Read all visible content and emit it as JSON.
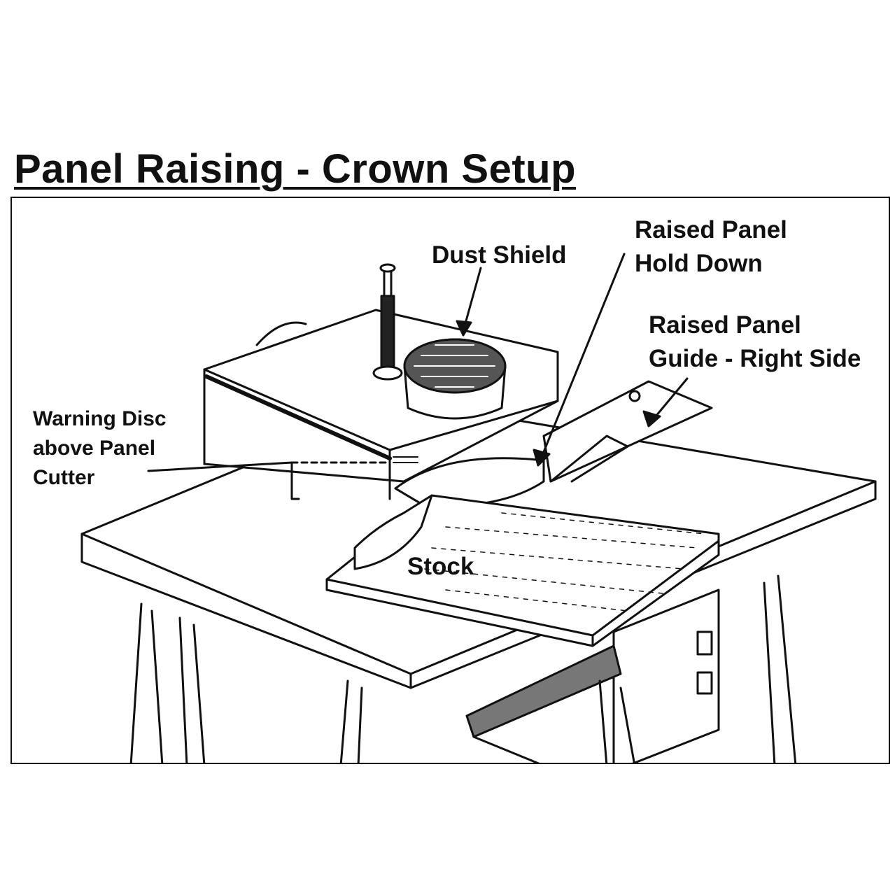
{
  "title": "Panel Raising - Crown Setup",
  "labels": {
    "dust_shield": "Dust Shield",
    "hold_down": [
      "Raised Panel",
      "Hold Down"
    ],
    "guide_right": [
      "Raised Panel",
      "Guide - Right Side"
    ],
    "warning_disc": [
      "Warning Disc",
      "above Panel",
      "Cutter"
    ],
    "stock": "Stock"
  }
}
